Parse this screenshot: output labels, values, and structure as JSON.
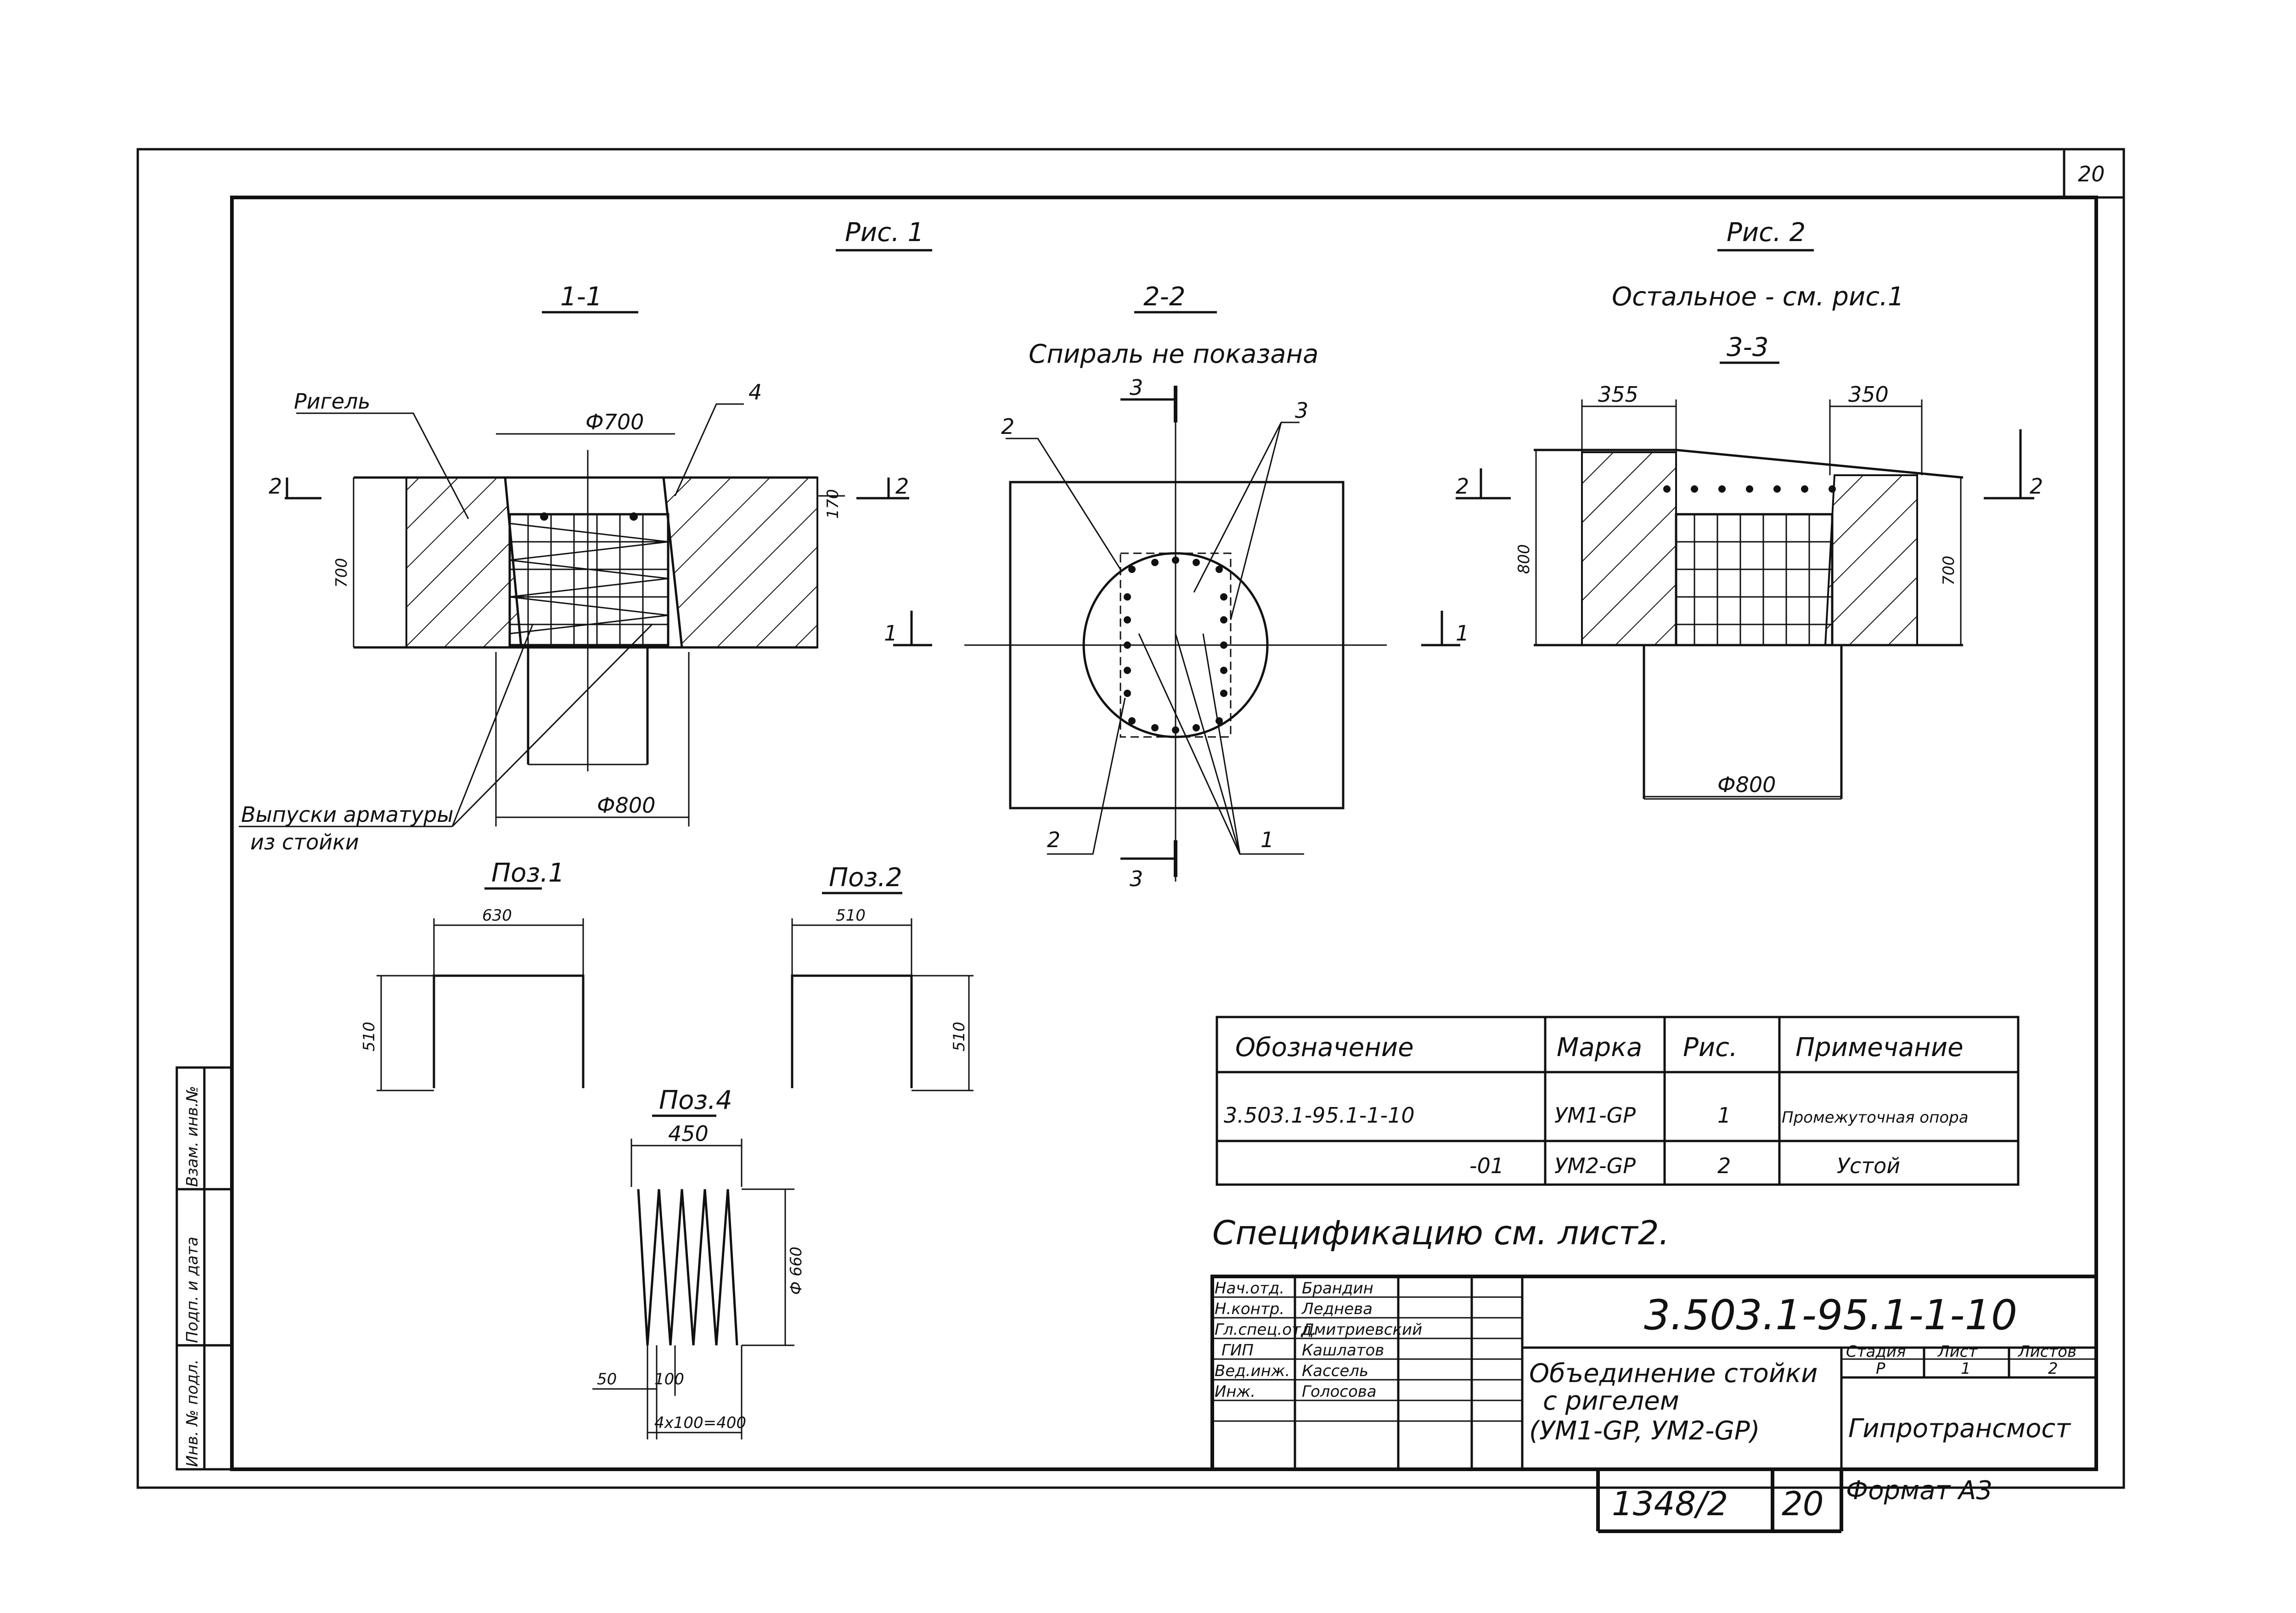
{
  "sheet_number": "20",
  "figures": {
    "fig1_title": "Рис. 1",
    "fig2_title": "Рис. 2",
    "fig2_note": "Остальное - см. рис.1",
    "fig2_section": "3-3",
    "section_1_1": "1-1",
    "section_2_2": "2-2",
    "spiral_note": "Спираль не показана"
  },
  "section_1_1": {
    "label_rigel": "Ригель",
    "dia_top": "Ф700",
    "dia_bottom": "Ф800",
    "height": "700",
    "top_dim": "170",
    "callout_4": "4",
    "cut_mark_left": "2",
    "cut_mark_right": "2",
    "rebar_note_line1": "Выпуски арматуры",
    "rebar_note_line2": "из стойки"
  },
  "section_2_2": {
    "cut_top": "3",
    "cut_bottom": "3",
    "callout_2_top": "2",
    "callout_2_bottom": "2",
    "callout_3": "3",
    "callout_1": "1",
    "cut_1_left": "1",
    "cut_1_right": "1"
  },
  "section_3_3": {
    "dim_left": "355",
    "dim_right": "350",
    "height_left": "800",
    "height_right": "700",
    "dia_bottom": "Ф800",
    "cut_left": "2",
    "cut_right": "2"
  },
  "positions": {
    "pos1_title": "Поз.1",
    "pos1_width": "630",
    "pos1_height": "510",
    "pos2_title": "Поз.2",
    "pos2_width": "510",
    "pos2_height": "510",
    "pos4_title": "Поз.4",
    "pos4_width": "450",
    "pos4_dia": "Ф 660",
    "pos4_end": "50",
    "pos4_pitch": "100",
    "pos4_total": "4x100=400"
  },
  "table": {
    "headers": [
      "Обозначение",
      "Марка",
      "Рис.",
      "Примечание"
    ],
    "rows": [
      [
        "3.503.1-95.1-1-10",
        "УМ1-GP",
        "1",
        "Промежуточная опора"
      ],
      [
        "-01",
        "УМ2-GP",
        "2",
        "Устой"
      ]
    ]
  },
  "spec_note": "Спецификацию см. лист2.",
  "title_block": {
    "designation": "3.503.1-95.1-1-10",
    "people": [
      {
        "role": "Нач.отд.",
        "name": "Брандин"
      },
      {
        "role": "Н.контр.",
        "name": "Леднева"
      },
      {
        "role": "Гл.спец.отд.",
        "name": "Дмитриевский"
      },
      {
        "role": "ГИП",
        "name": "Кашлатов"
      },
      {
        "role": "Вед.инж.",
        "name": "Кассель"
      },
      {
        "role": "Инж.",
        "name": "Голосова"
      }
    ],
    "title_line1": "Объединение стойки",
    "title_line2": "с ригелем",
    "title_line3": "(УМ1-GP, УМ2-GP)",
    "stage_label": "Стадия",
    "sheet_label": "Лист",
    "sheets_label": "Листов",
    "stage": "Р",
    "sheet": "1",
    "sheets": "2",
    "org": "Гипротрансмост",
    "archive_no": "1348/2",
    "page_no": "20",
    "format": "Формат А3"
  },
  "side_stamp": [
    "Инв. № подл.",
    "Подп. и дата",
    "Взам. инв.№"
  ]
}
